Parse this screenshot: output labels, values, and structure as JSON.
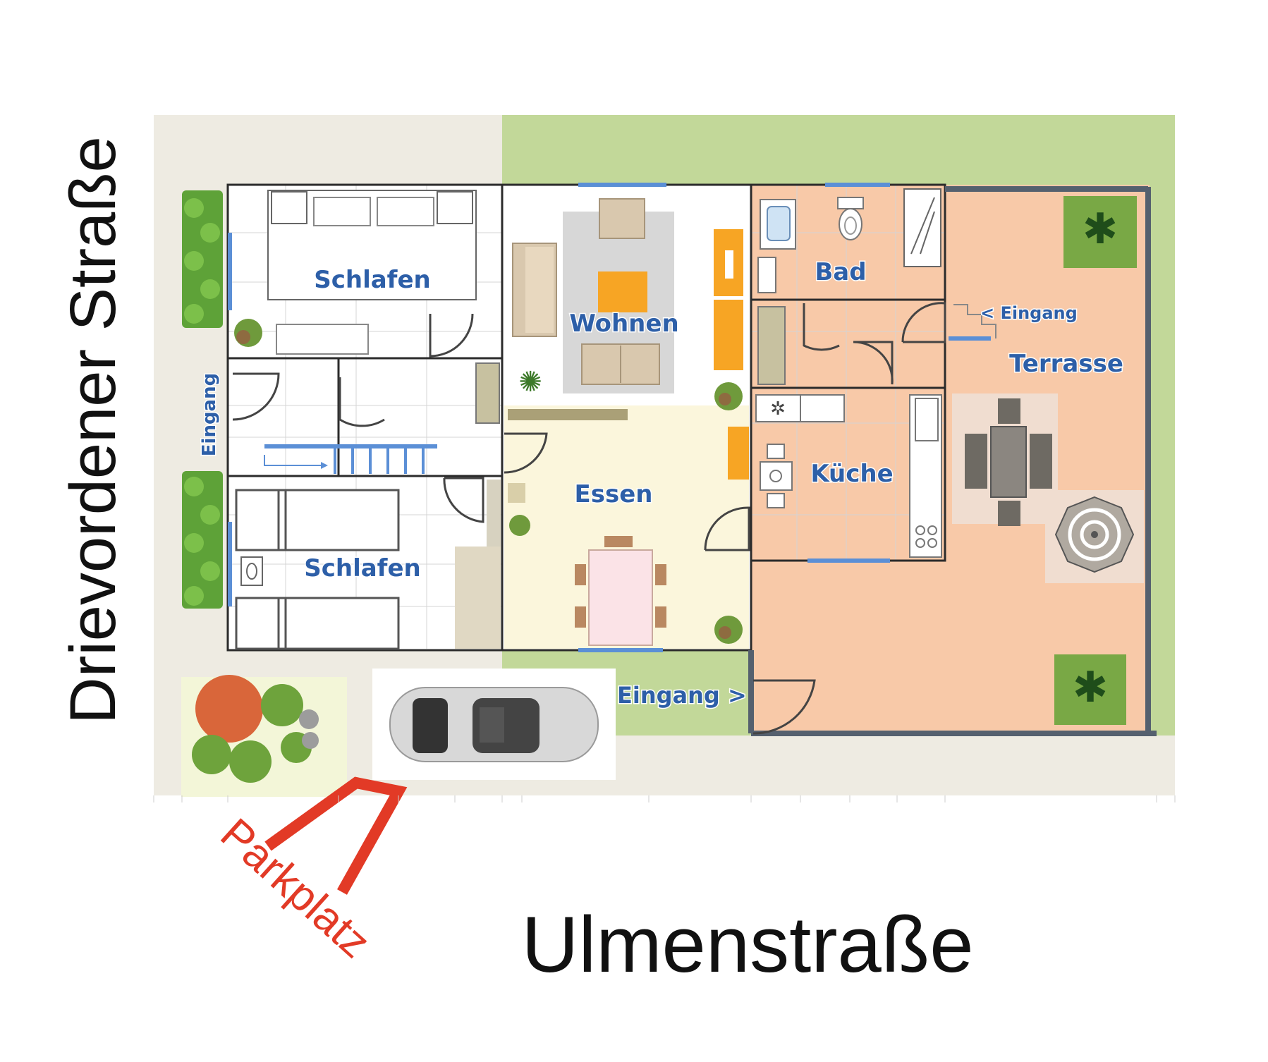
{
  "streets": {
    "left": "Drievordener Straße",
    "bottom": "Ulmenstraße"
  },
  "parking": {
    "label": "Parkplatz"
  },
  "rooms": {
    "schlafen_top": "Schlafen",
    "wohnen": "Wohnen",
    "bad": "Bad",
    "terrasse": "Terrasse",
    "kueche": "Küche",
    "essen": "Essen",
    "schlafen_bottom": "Schlafen"
  },
  "entrances": {
    "left": "Eingang",
    "terrace": "< Eingang",
    "bottom": "Eingang >"
  },
  "colors": {
    "ground": "#eeebe2",
    "lawn": "#c2d899",
    "terrace": "#f8c9a8",
    "dining": "#fbf6dc",
    "window": "#5b8fd6",
    "label": "#2d5fa8",
    "parking": "#e23a26",
    "orange_furniture": "#f7a524"
  },
  "icons": [
    "bed-icon",
    "sofa-icon",
    "toilet-icon",
    "shower-icon",
    "sink-icon",
    "stove-icon",
    "table-icon",
    "umbrella-icon",
    "car-icon",
    "plant-icon",
    "tree-icon",
    "stairs-icon"
  ]
}
